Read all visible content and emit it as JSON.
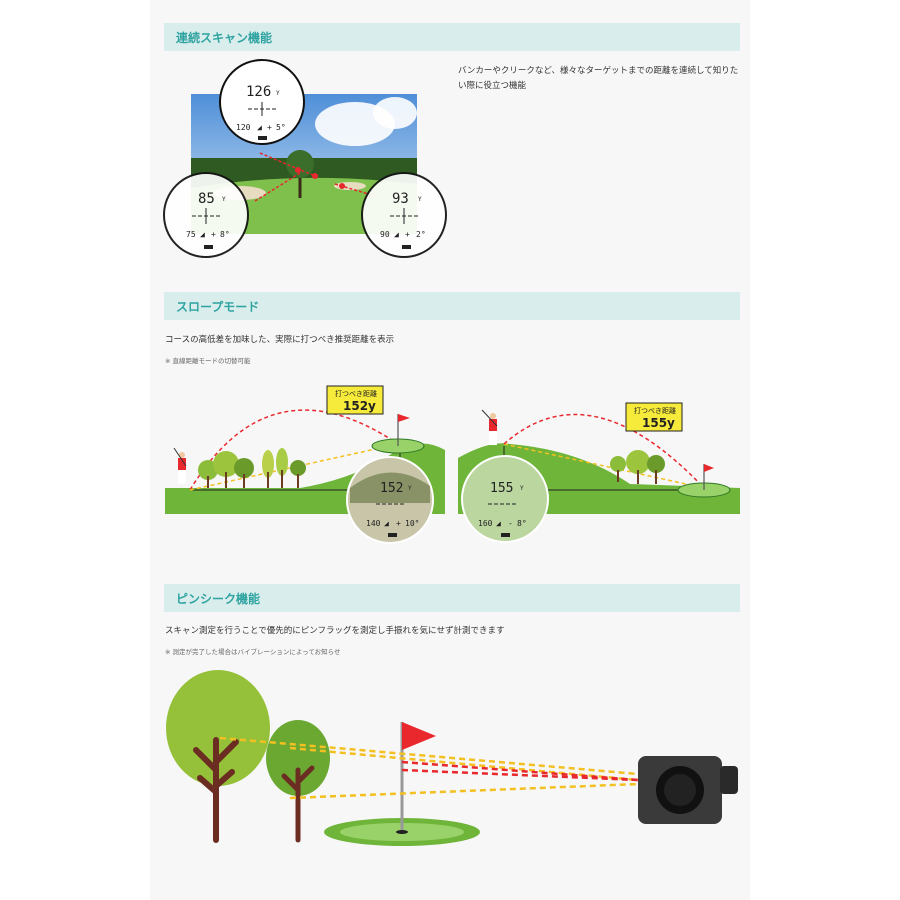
{
  "sections": {
    "scan": {
      "title": "連続スキャン機能",
      "desc": "バンカーやクリークなど、様々なターゲットまでの距離を連続して知りたい際に役立つ機能",
      "scope_top": {
        "dist": "126",
        "unit": "Y",
        "sub": "120",
        "sub_sign": "+",
        "angle": "5°"
      },
      "scope_left": {
        "dist": "85",
        "unit": "Y",
        "sub": "75",
        "sub_sign": "+",
        "angle": "8°"
      },
      "scope_right": {
        "dist": "93",
        "unit": "Y",
        "sub": "90",
        "sub_sign": "+",
        "angle": "2°"
      }
    },
    "slope": {
      "title": "スロープモード",
      "desc": "コースの高低差を加味した、実際に打つべき推奨距離を表示",
      "note": "※ 直線距離モードの切替可能",
      "left": {
        "label": "打つべき距離",
        "value": "152y",
        "dist": "152",
        "unit": "Y",
        "sub": "140",
        "sub_sign": "+",
        "angle": "10°"
      },
      "right": {
        "label": "打つべき距離",
        "value": "155y",
        "dist": "155",
        "unit": "Y",
        "sub": "160",
        "sub_sign": "-",
        "angle": "8°"
      }
    },
    "pinseek": {
      "title": "ピンシーク機能",
      "desc": "スキャン測定を行うことで優先的にピンフラッグを測定し手振れを気にせず計測できます",
      "note": "※ 測定が完了した場合はバイブレーションによってお知らせ"
    }
  },
  "colors": {
    "teal": "#2fa3a1",
    "bar": "#d9eeec",
    "yellow": "#f6ea3a",
    "grass": "#6fb53a",
    "flag": "#e8282d"
  }
}
